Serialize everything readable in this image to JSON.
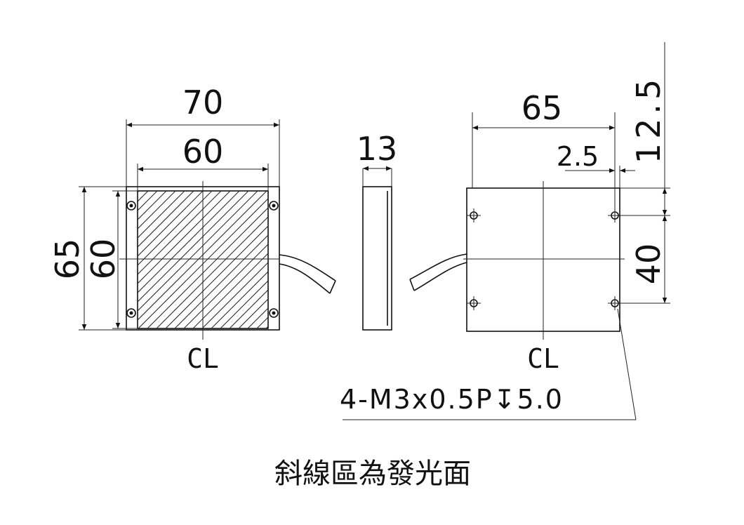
{
  "front_view": {
    "dim_outer_width": "70",
    "dim_inner_width": "60",
    "dim_outer_height": "65",
    "dim_inner_height": "60",
    "centerline": "CL"
  },
  "side_view": {
    "dim_thickness": "13"
  },
  "rear_view": {
    "dim_width": "65",
    "dim_offset": "2.5",
    "dim_top": "12.5",
    "dim_hole_pitch": "40",
    "centerline": "CL",
    "hole_note": "4-M3x0.5P↧5.0"
  },
  "caption": "斜線區為發光面",
  "colors": {
    "line": "#111111",
    "background": "#ffffff"
  }
}
